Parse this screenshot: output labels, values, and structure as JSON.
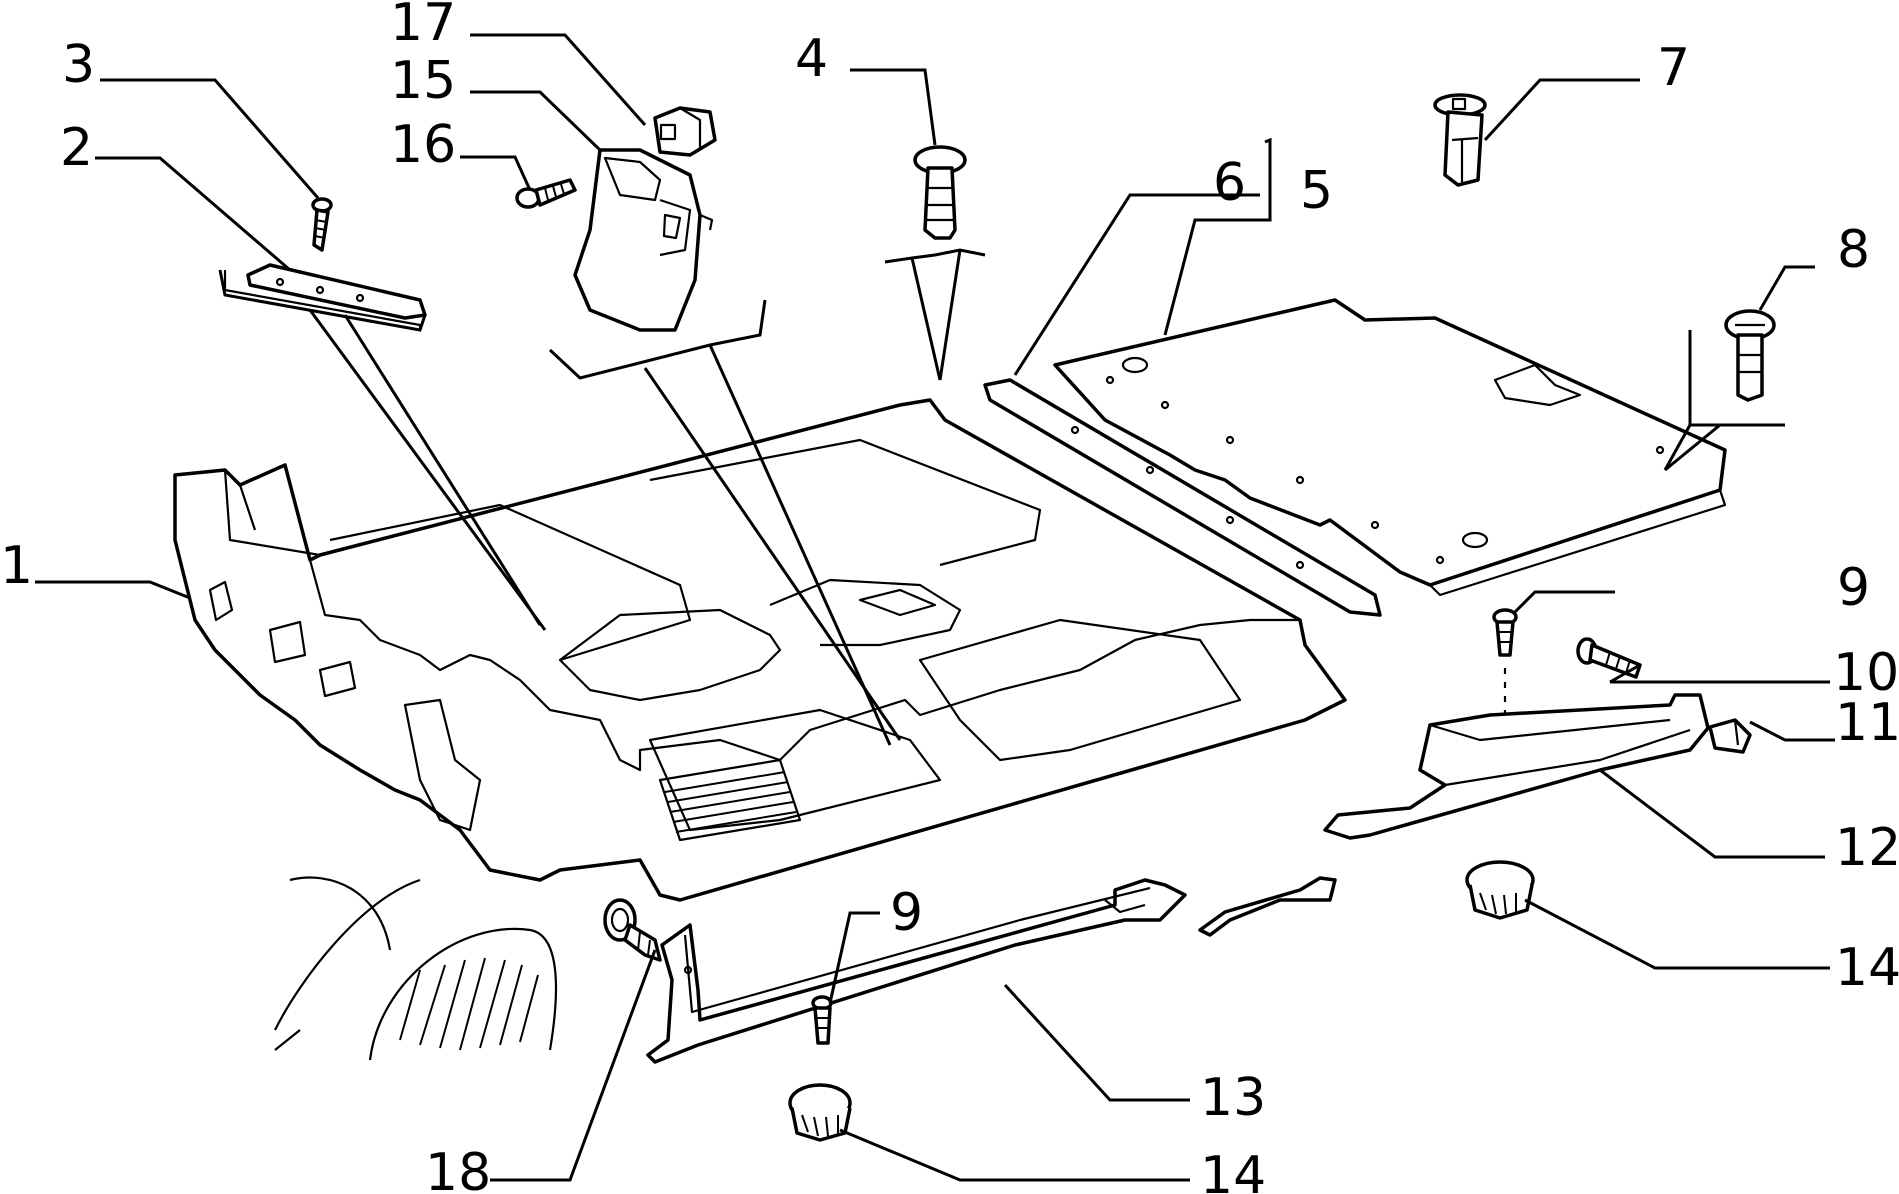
{
  "labels": {
    "l1": "1",
    "l2": "2",
    "l3": "3",
    "l4": "4",
    "l5": "5",
    "l6": "6",
    "l7": "7",
    "l8": "8",
    "l9a": "9",
    "l9b": "9",
    "l10": "10",
    "l11": "11",
    "l12": "12",
    "l13": "13",
    "l14a": "14",
    "l14b": "14",
    "l15": "15",
    "l16": "16",
    "l17": "17",
    "l18": "18"
  }
}
